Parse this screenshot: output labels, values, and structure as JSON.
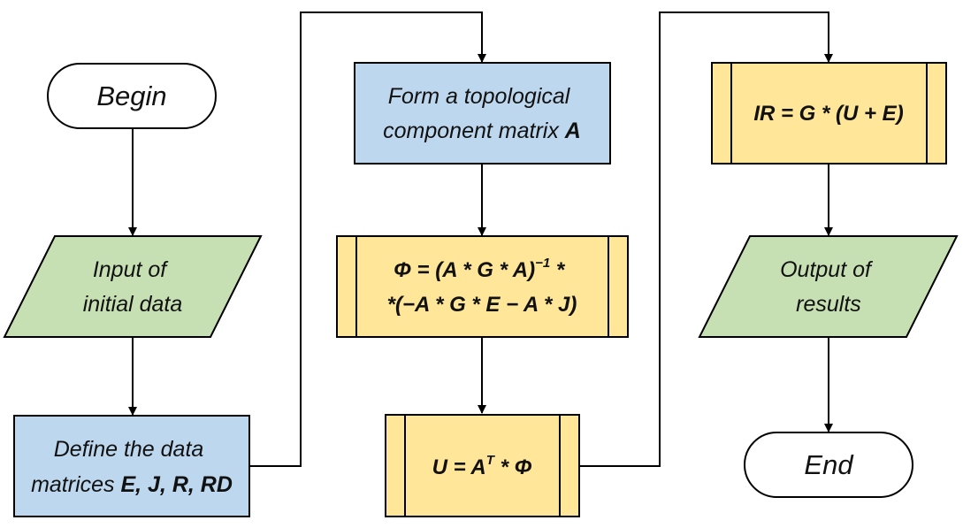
{
  "colors": {
    "terminal_fill": "#ffffff",
    "io_fill": "#c6e0b4",
    "process_fill": "#bdd7ee",
    "subprocess_fill": "#ffe699",
    "stroke": "#000000",
    "text": "#111111"
  },
  "nodes": {
    "begin": {
      "label": "Begin"
    },
    "input": {
      "line1": "Input of",
      "line2": "initial data"
    },
    "define": {
      "line1": "Define the data",
      "line2_prefix": "matrices ",
      "line2_bold": "E, J, R, RD"
    },
    "form": {
      "line1": "Form a topological",
      "line2_prefix": "component matrix ",
      "line2_bold": "A"
    },
    "phi": {
      "line1_main": "Φ = (A * G * A)",
      "line1_sup": "−1",
      "line1_end": " *",
      "line2": "*(−A * G * E − A * J)"
    },
    "u": {
      "main": "U = A",
      "sup": "T",
      "end": " * Φ"
    },
    "ir": {
      "label": "IR = G * (U + E)"
    },
    "output": {
      "line1": "Output of",
      "line2": "results"
    },
    "end": {
      "label": "End"
    }
  }
}
